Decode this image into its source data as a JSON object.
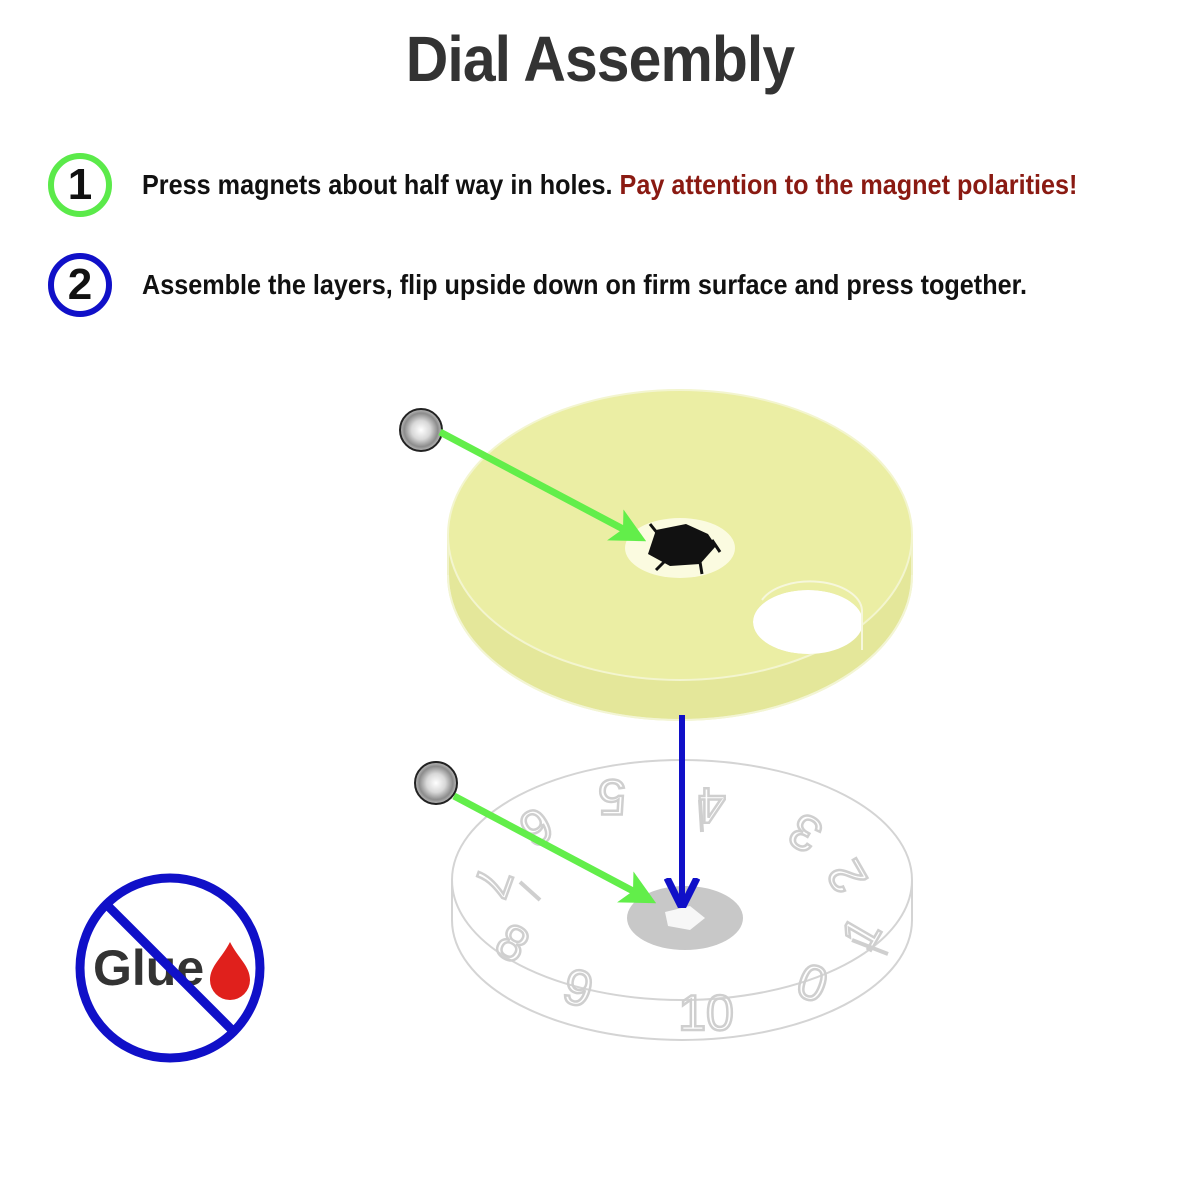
{
  "title": "Dial Assembly",
  "steps": [
    {
      "number": "1",
      "color": "#5bea4a",
      "text": "Press magnets about half way in holes.",
      "warning": "Pay attention to the magnet polarities!"
    },
    {
      "number": "2",
      "color": "#1010c8",
      "text": "Assemble the layers, flip upside down on firm surface and press together.",
      "warning": ""
    }
  ],
  "dial_numbers": [
    "0",
    "1",
    "2",
    "3",
    "4",
    "5",
    "6",
    "7",
    "8",
    "9",
    "10"
  ],
  "no_glue": {
    "label": "Glue",
    "icon": "blood-drop-icon"
  },
  "colors": {
    "top_disc": "#ebeea4",
    "top_disc_side": "#e4e79a",
    "dial_outline": "#d4d4d4",
    "dial_numbers": "#cfcfcf",
    "magnet_arrow": "#62ee4a",
    "assembly_arrow": "#1010c8",
    "prohibition": "#1010c8",
    "glue_drop": "#e0201c"
  }
}
